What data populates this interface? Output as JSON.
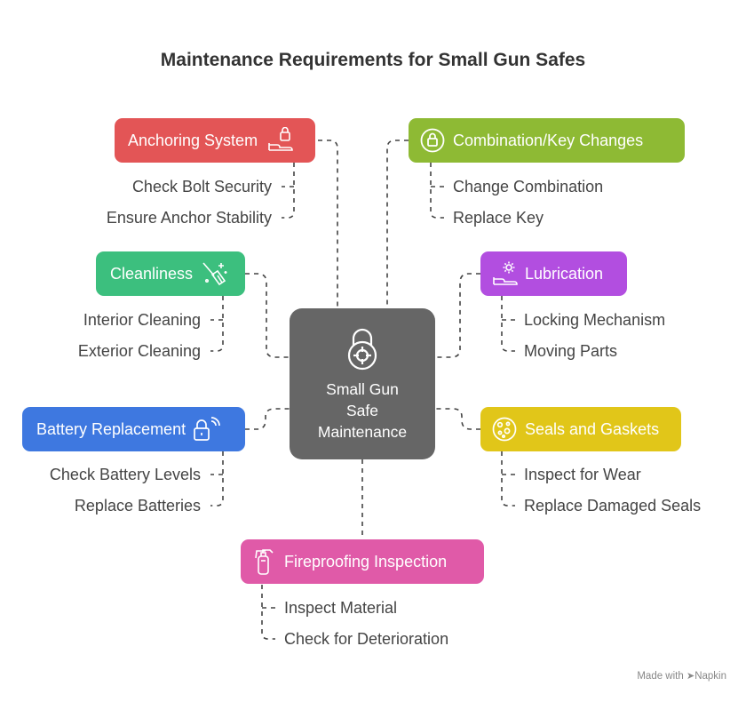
{
  "title": "Maintenance Requirements for Small Gun Safes",
  "center": {
    "label": "Small Gun\nSafe\nMaintenance",
    "icon": "padlock-target-icon"
  },
  "branches": [
    {
      "key": "anchoring",
      "label": "Anchoring System",
      "color": "#e35556",
      "icon": "hand-lock-icon",
      "items": [
        "Check Bolt Security",
        "Ensure Anchor Stability"
      ]
    },
    {
      "key": "combination",
      "label": "Combination/Key Changes",
      "color": "#8eba34",
      "icon": "lock-circle-icon",
      "items": [
        "Change Combination",
        "Replace Key"
      ]
    },
    {
      "key": "cleanliness",
      "label": "Cleanliness",
      "color": "#3cbf7e",
      "icon": "broom-sparkle-icon",
      "items": [
        "Interior Cleaning",
        "Exterior Cleaning"
      ]
    },
    {
      "key": "lubrication",
      "label": "Lubrication",
      "color": "#b24ee0",
      "icon": "hand-gear-icon",
      "items": [
        "Locking Mechanism",
        "Moving Parts"
      ]
    },
    {
      "key": "battery",
      "label": "Battery Replacement",
      "color": "#3e78e0",
      "icon": "lock-wireless-icon",
      "items": [
        "Check Battery Levels",
        "Replace Batteries"
      ]
    },
    {
      "key": "seals",
      "label": "Seals and Gaskets",
      "color": "#e1c619",
      "icon": "seal-dots-icon",
      "items": [
        "Inspect for Wear",
        "Replace Damaged Seals"
      ]
    },
    {
      "key": "fireproofing",
      "label": "Fireproofing Inspection",
      "color": "#e05aa8",
      "icon": "fire-extinguisher-icon",
      "items": [
        "Inspect Material",
        "Check for Deterioration"
      ]
    }
  ],
  "footer": {
    "made_with": "Made with",
    "brand": "Napkin"
  }
}
